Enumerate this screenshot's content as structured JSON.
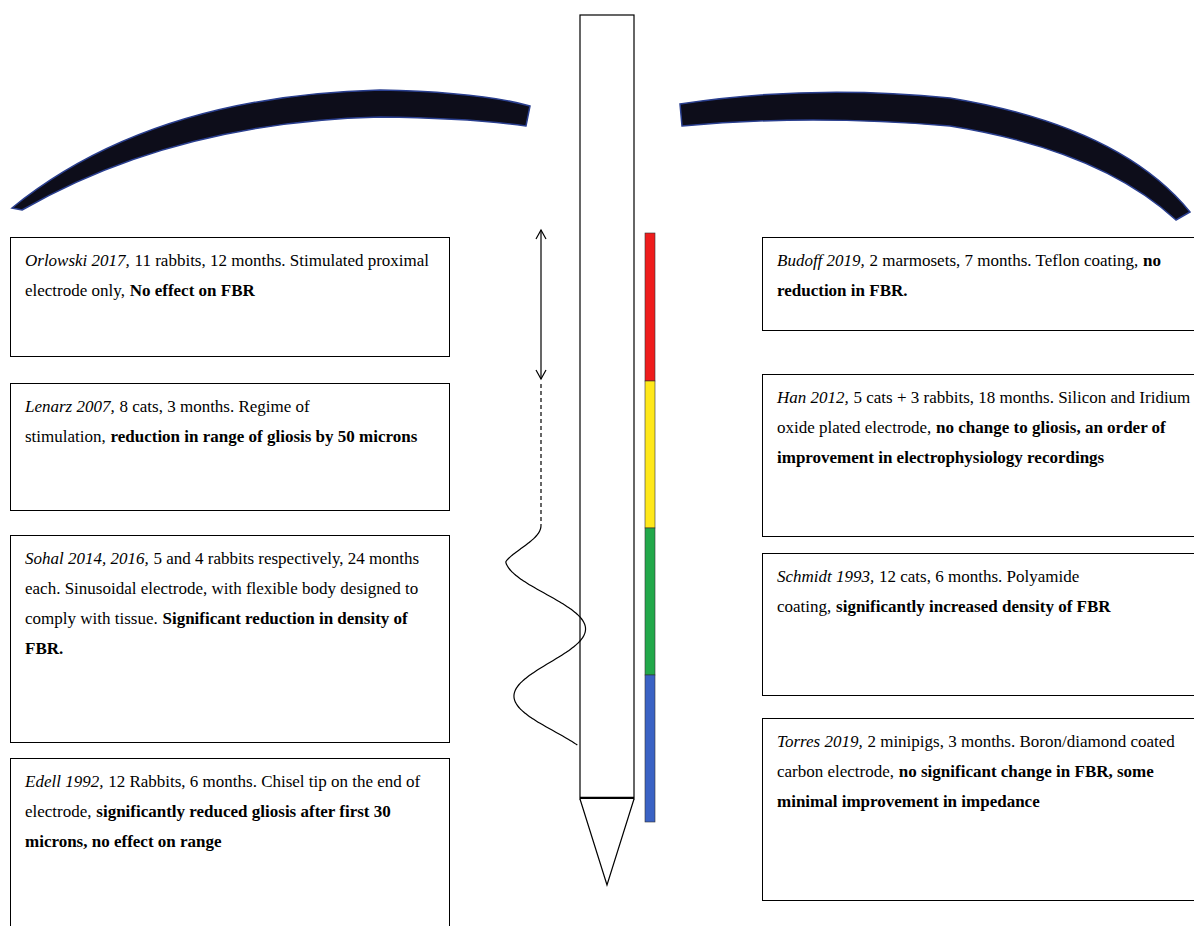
{
  "diagram": {
    "nodes": [
      {
        "text": [
          "Orlowski 2017,",
          "11 rabbits, 12 months. Stimulated proximal electrode only,",
          "No effect on FBR"
        ]
      },
      {
        "text": [
          "Lenarz 2007,",
          "8 cats, 3 months. Regime of stimulation,",
          "reduction in range of gliosis by 50 microns"
        ]
      },
      {
        "text": [
          "Sohal 2014, 2016,",
          "5 and 4 rabbits respectively, 24 months each. Sinusoidal electrode, with flexible body designed to comply with tissue.",
          "Significant reduction in density of FBR."
        ]
      },
      {
        "text": [
          "Edell 1992,",
          "12 Rabbits, 6 months. Chisel tip on the end of electrode,",
          "significantly reduced gliosis after first 30 microns, no effect on range"
        ]
      },
      {
        "text": [
          "Budoff 2019,",
          "2 marmosets, 7 months. Teflon coating,",
          "no reduction in FBR."
        ]
      },
      {
        "text": [
          "Han 2012,",
          "5 cats + 3 rabbits, 18 months. Silicon and Iridium oxide plated electrode,",
          "no change to gliosis, an order of improvement in electrophysiology recordings"
        ]
      },
      {
        "text": [
          "Schmidt 1993,",
          "12 cats, 6 months. Polyamide coating,",
          "significantly increased density of FBR"
        ]
      },
      {
        "text": [
          "Torres 2019,",
          "2 minipigs, 3 months. Boron/diamond coated carbon electrode,",
          "no significant change in FBR, some minimal improvement in impedance"
        ]
      }
    ]
  }
}
